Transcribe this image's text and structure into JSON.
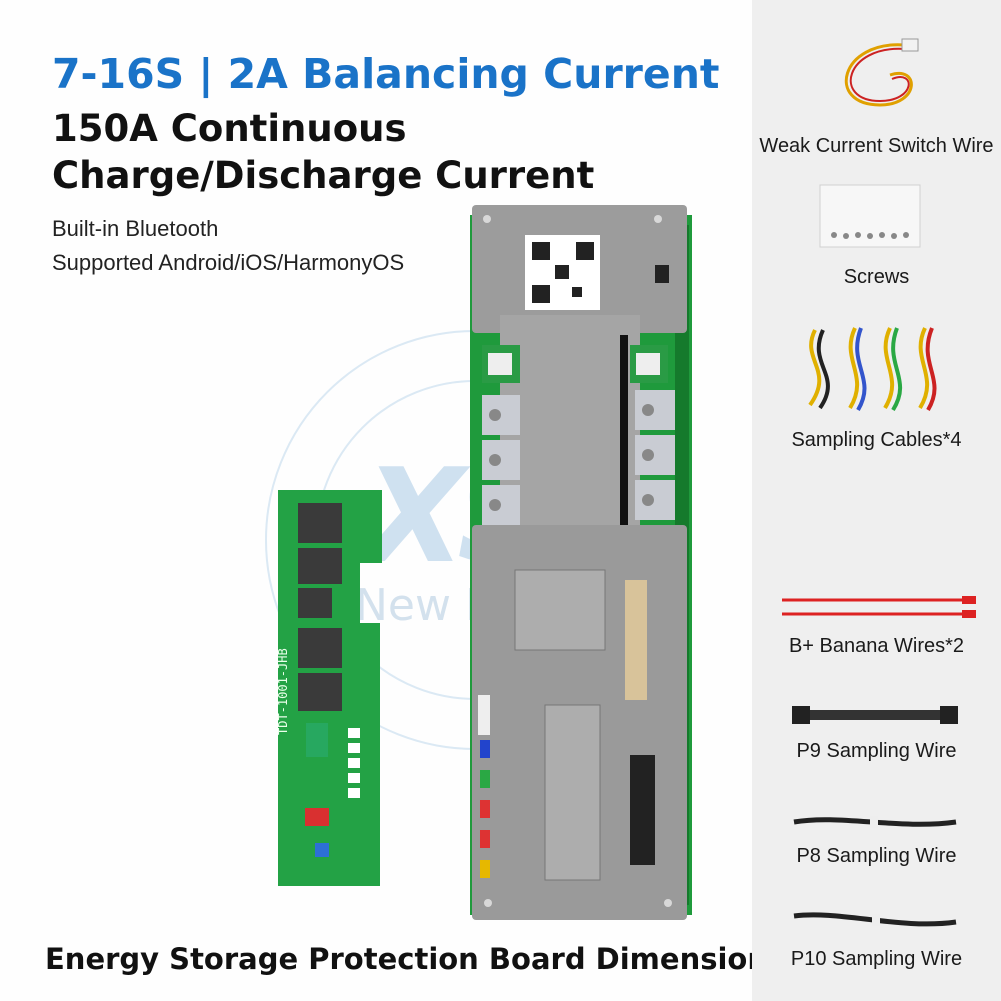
{
  "headline": {
    "line1": "7-16S | 2A Balancing Current",
    "line2": "150A Continuous",
    "line3": "Charge/Discharge Current"
  },
  "features": {
    "line1": "Built-in Bluetooth",
    "line2": "Supported Android/iOS/HarmonyOS"
  },
  "bottom_caption": "Energy Storage Protection Board Dimensions:",
  "accessories": [
    {
      "label": "Weak Current Switch Wire"
    },
    {
      "label": "Screws"
    },
    {
      "label": "Sampling Cables*4"
    },
    {
      "label": "B+ Banana Wires*2"
    },
    {
      "label": "P9 Sampling Wire"
    },
    {
      "label": "P8 Sampling Wire"
    },
    {
      "label": "P10 Sampling Wire"
    }
  ],
  "watermark": {
    "text": "New Energy"
  },
  "board": {
    "pcb_label": "TDT-1001-JHB"
  },
  "colors": {
    "headline_blue": "#1a73c8",
    "pcb_green": "#1f9a3c",
    "aluminum": "#9a9a9a",
    "panel_bg": "#efefef"
  }
}
